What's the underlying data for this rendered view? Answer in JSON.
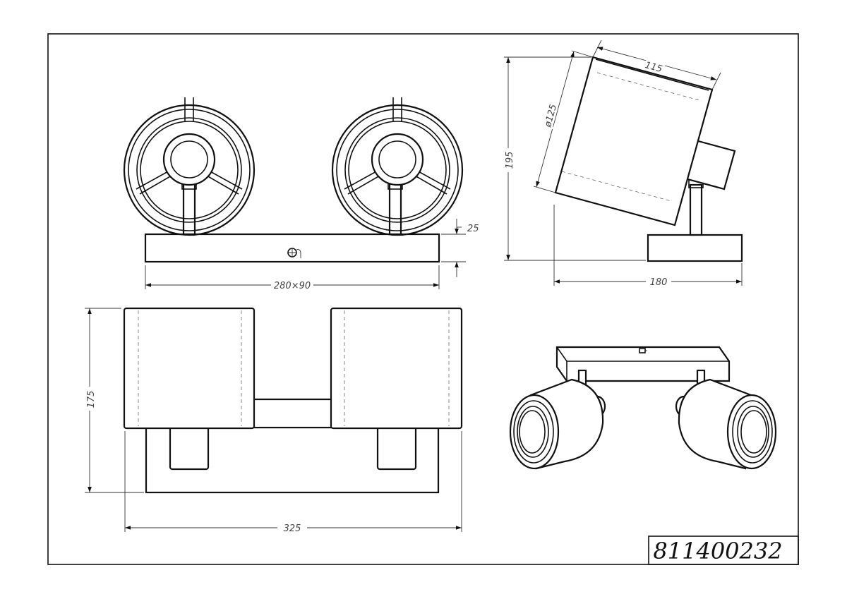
{
  "drawing": {
    "model_number": "811400232",
    "dimensions": {
      "base_size": "280×90",
      "base_height": "25",
      "total_width": "325",
      "top_depth": "175",
      "side_height": "195",
      "side_depth": "180",
      "shade_length": "115",
      "shade_diameter": "ø125"
    }
  }
}
